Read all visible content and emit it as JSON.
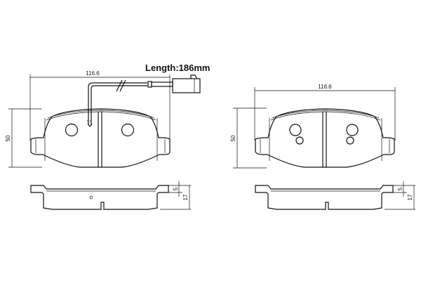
{
  "title": "Length:186mm",
  "left_pad": {
    "width_label": "116.6",
    "height_label": "50",
    "thickness_plate_label": "5",
    "thickness_total_label": "17"
  },
  "right_pad": {
    "width_label": "116.6",
    "height_label": "50",
    "thickness_plate_label": "5",
    "thickness_total_label": "17"
  }
}
